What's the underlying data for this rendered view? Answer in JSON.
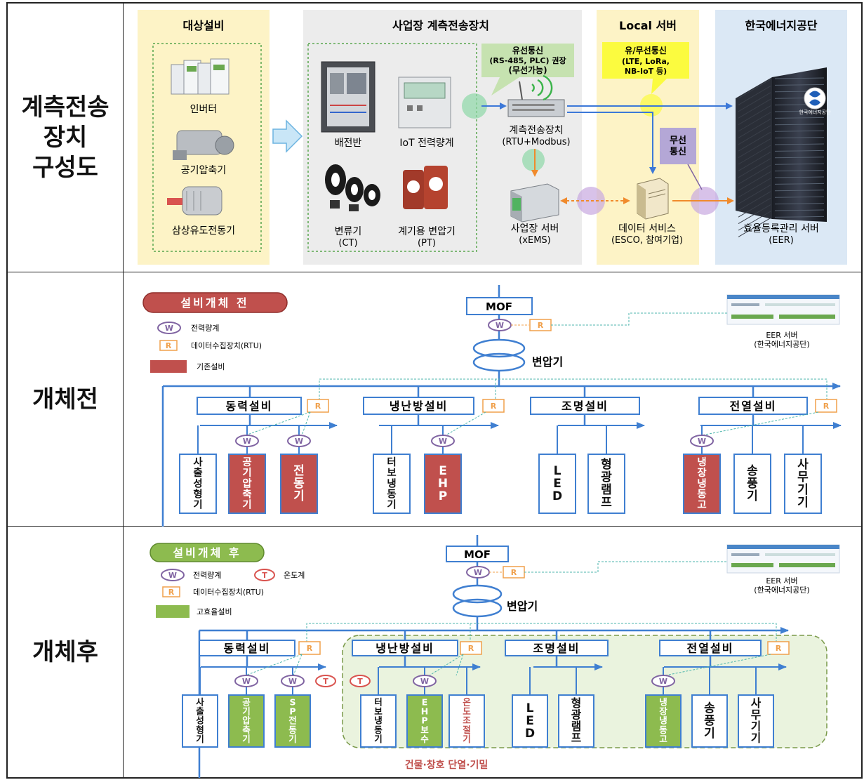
{
  "row_labels": {
    "r1": "계측전송\n장치\n구성도",
    "r2": "개체전",
    "r3": "개체후"
  },
  "system": {
    "zone_target": "대상설비",
    "zone_device": "사업장 계측전송장치",
    "zone_local": "Local 서버",
    "zone_agency": "한국에너지공단",
    "target_items": [
      "인버터",
      "공기압축기",
      "삼상유도전동기"
    ],
    "panel": "배전반",
    "iot_meter": "IoT 전력량계",
    "ct_name": "변류기",
    "ct_abbr": "(CT)",
    "pt_name": "계기용 변압기",
    "pt_abbr": "(PT)",
    "wired_callout": [
      "유선통신",
      "(RS-485, PLC) 권장",
      "(무선가능)"
    ],
    "wireless_callout": [
      "유/무선통신",
      "(LTE, LoRa,",
      "NB-IoT 등)"
    ],
    "rtu_name": "계측전송장치",
    "rtu_proto": "(RTU+Modbus)",
    "xems_name": "사업장 서버",
    "xems_abbr": "(xEMS)",
    "data_svc_name": "데이터 서비스",
    "data_svc_who": "(ESCO, 참여기업)",
    "wireless_tag": [
      "무선",
      "통신"
    ],
    "eer_name": "효율등록관리 서버",
    "eer_abbr": "(EER)",
    "logo_text": "한국에너지공단"
  },
  "before": {
    "title": "설비개체 전",
    "legend_w": "전력량계",
    "legend_r": "데이터수집장치(RTU)",
    "legend_box": "기존설비",
    "mof": "MOF",
    "transformer": "변압기",
    "eer_server": "EER 서버",
    "eer_agency": "(한국에너지공단)",
    "groups": [
      "동력설비",
      "냉난방설비",
      "조명설비",
      "전열설비"
    ],
    "w_sym": "W",
    "r_sym": "R",
    "equipment": [
      "사출성형기",
      "공기압축기",
      "전동기",
      "터보냉동기",
      "EHP",
      "LED",
      "형광램프",
      "냉장냉동고",
      "송풍기",
      "사무기기"
    ]
  },
  "after": {
    "title": "설비개체 후",
    "legend_w": "전력량계",
    "legend_t": "온도계",
    "legend_r": "데이터수집장치(RTU)",
    "legend_box": "고효율설비",
    "mof": "MOF",
    "transformer": "변압기",
    "eer_server": "EER 서버",
    "eer_agency": "(한국에너지공단)",
    "groups": [
      "동력설비",
      "냉난방설비",
      "조명설비",
      "전열설비"
    ],
    "w_sym": "W",
    "r_sym": "R",
    "t_sym": "T",
    "equipment": [
      "사출성형기",
      "공기압축기",
      "SP전동기",
      "터보냉동기",
      "EHP보수",
      "온도조절기",
      "LED",
      "형광램프",
      "냉장냉동고",
      "송풍기",
      "사무기기"
    ],
    "insulation_note": "건물·창호 단열·기밀"
  },
  "colors": {
    "line_blue": "#3f7fd1",
    "existing_red": "#c0504d",
    "efficient_green": "#8dbb4f",
    "rtu_orange": "#f0a04b",
    "meter_purple": "#8064a2",
    "callout_yellow": "#fbfb3f",
    "arrow_blue": "#3c78d8",
    "arrow_orange": "#f08a2c"
  }
}
